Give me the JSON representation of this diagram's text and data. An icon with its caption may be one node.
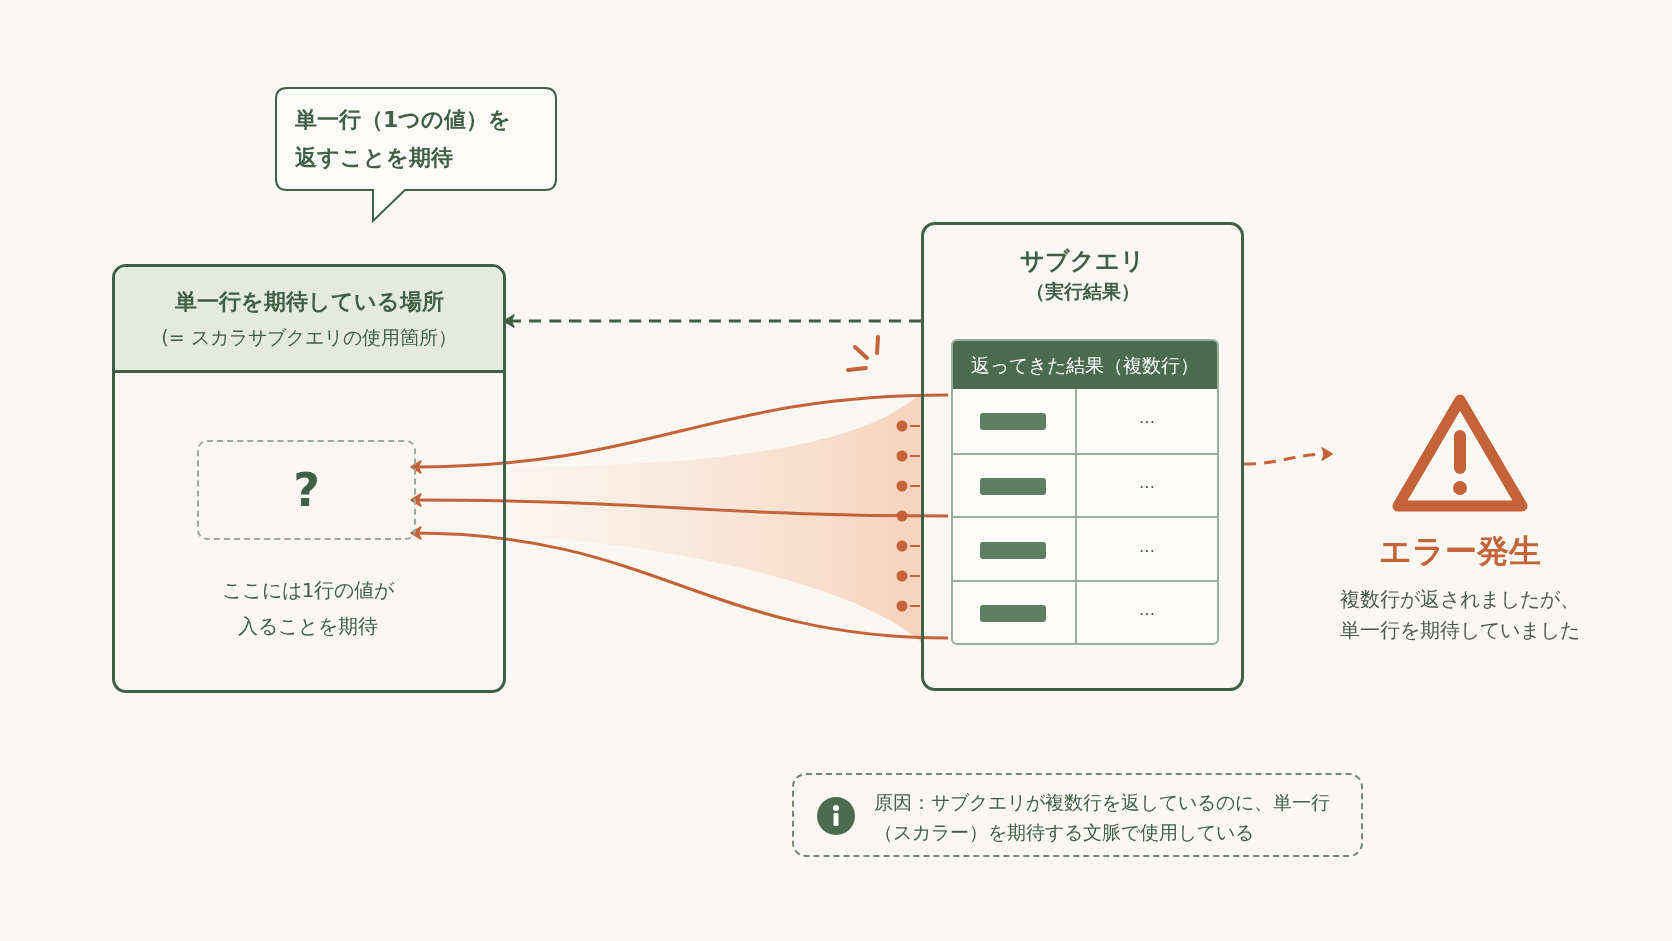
{
  "diagram": {
    "nodes": [
      {
        "text": [
          "単一行（1つの値）を返すことを期待"
        ]
      },
      {
        "text": [
          "単一行を期待している場所",
          "(= スカラサブクエリの使用箇所）"
        ]
      },
      {
        "text": [
          "?"
        ],
        "in": 1,
        "beside": [
          "ここには1行の値が入ることを期待"
        ]
      },
      {
        "text": [
          "サブクエリ",
          "（実行結果）"
        ]
      },
      {
        "text": [
          "返ってきた結果（複数行）"
        ],
        "in": 3
      },
      {
        "text": [
          "エラー発生",
          "複数行が返されましたが、単一行を期待していました"
        ]
      },
      {
        "text": [
          "原因：サブクエリが複数行を返しているのに、単一行（スカラー）を期待する文脈で使用している"
        ]
      }
    ],
    "edges": [
      {
        "from": 3,
        "to": 1,
        "arrow": "to",
        "style": "dashed",
        "color": "#3f5f46"
      },
      {
        "from": 4,
        "to": 2,
        "arrow": "to"
      },
      {
        "from": 4,
        "to": 2,
        "arrow": "to"
      },
      {
        "from": 4,
        "to": 2,
        "arrow": "to"
      },
      {
        "from": 3,
        "to": 5,
        "arrow": "to",
        "style": "dashed"
      }
    ],
    "labels": [
      "…",
      "…",
      "…",
      "…"
    ]
  }
}
